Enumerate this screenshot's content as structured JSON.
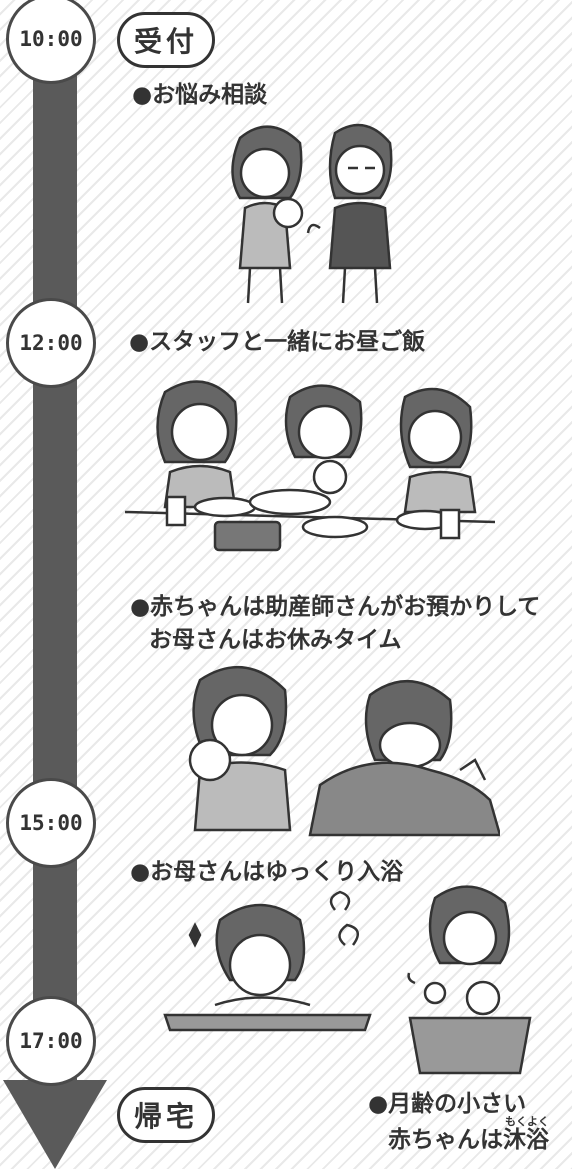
{
  "timeline": {
    "times": [
      "10:00",
      "12:00",
      "15:00",
      "17:00"
    ],
    "start_label": "受付",
    "end_label": "帰宅"
  },
  "activities": {
    "consultation": "●お悩み相談",
    "lunch": "●スタッフと一緒にお昼ご飯",
    "rest_line1": "●赤ちゃんは助産師さんがお預かりして",
    "rest_line2": "お母さんはお休みタイム",
    "bath": "●お母さんはゆっくり入浴",
    "baby_bath_line1": "●月齢の小さい",
    "baby_bath_line2": "赤ちゃんは沐浴",
    "baby_bath_furigana": "もくよく"
  },
  "colors": {
    "bar": "#5a5a5a",
    "outline": "#333333",
    "bullet": "#999999"
  }
}
